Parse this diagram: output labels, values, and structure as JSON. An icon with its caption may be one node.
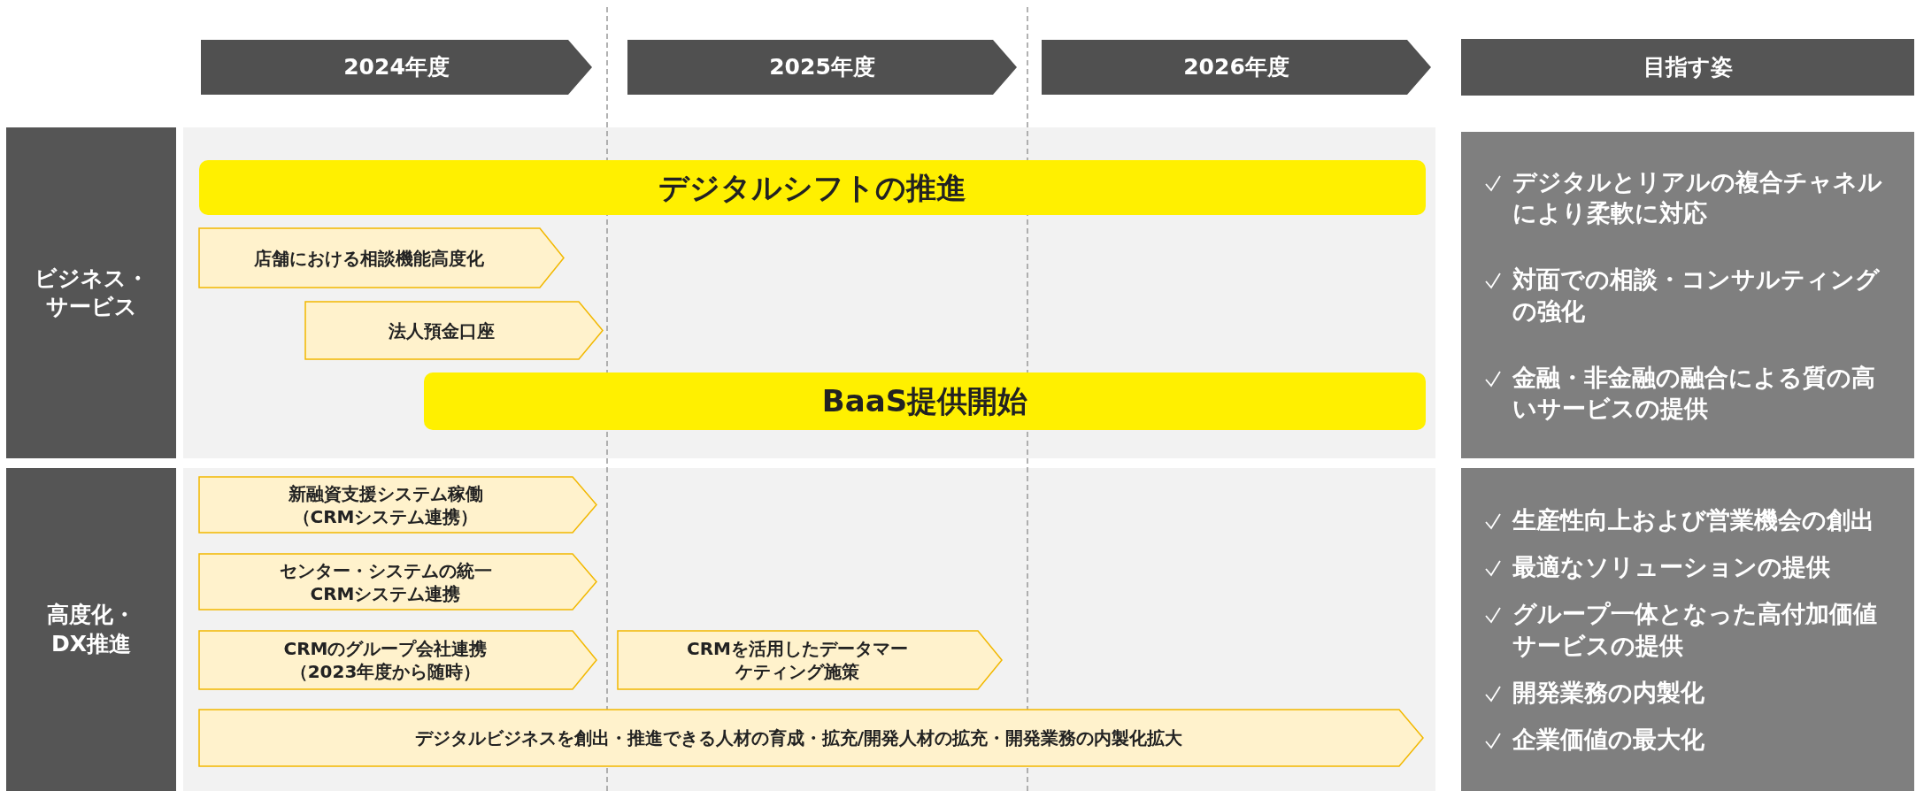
{
  "diagram": {
    "nodes": [
      {
        "text": [
          "2024年度"
        ]
      },
      {
        "text": [
          "2025年度"
        ]
      },
      {
        "text": [
          "2026年度"
        ]
      },
      {
        "text": [
          "目指す姿"
        ]
      },
      {
        "text": [
          "ビジネス・サービス"
        ]
      },
      {
        "text": [
          "デジタルシフトの推進"
        ]
      },
      {
        "text": [
          "店舗における相談機能高度化"
        ]
      },
      {
        "text": [
          "法人預金口座"
        ]
      },
      {
        "text": [
          "BaaS提供開始"
        ]
      },
      {
        "text": [
          "デジタルとリアルの複合チャネルにより柔軟に対応",
          "対面での相談・コンサルティングの強化",
          "金融・非金融の融合による質の高いサービスの提供"
        ]
      },
      {
        "text": [
          "高度化・DX推進"
        ]
      },
      {
        "text": [
          "新融資支援システム稼働（CRMシステム連携）"
        ]
      },
      {
        "text": [
          "センター・システムの統一CRMシステム連携"
        ]
      },
      {
        "text": [
          "CRMのグループ会社連携（2023年度から随時）"
        ]
      },
      {
        "text": [
          "CRMを活用したデータマーケティング施策"
        ]
      },
      {
        "text": [
          "デジタルビジネスを創出・推進できる人材の育成・拡充/開発人材の拡充・開発業務の内製化拡大"
        ]
      },
      {
        "text": [
          "生産性向上および営業機会の創出",
          "最適なソリューションの提供",
          "グループ一体となった高付加価値サービスの提供",
          "開発業務の内製化",
          "企業価値の最大化"
        ]
      }
    ]
  }
}
